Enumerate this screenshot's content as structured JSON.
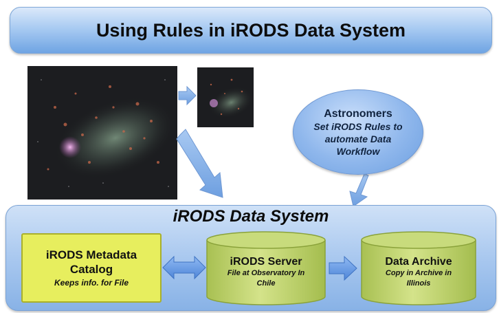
{
  "title": "Using Rules in iRODS Data System",
  "ellipse": {
    "heading": "Astronomers",
    "body": "Set iRODS Rules to automate Data Workflow"
  },
  "system": {
    "title": "iRODS Data System",
    "metadata": {
      "title": "iRODS Metadata Catalog",
      "subtitle": "Keeps info. for File"
    },
    "server": {
      "title": "iRODS Server",
      "subtitle": "File at Observatory In Chile"
    },
    "archive": {
      "title": "Data Archive",
      "subtitle": "Copy in Archive in Illinois"
    }
  },
  "colors": {
    "banner": "#8fb7ec",
    "metadata": "#e7ee5e",
    "cylinder": "#c3d86a",
    "arrow": "#8fb7ec"
  }
}
